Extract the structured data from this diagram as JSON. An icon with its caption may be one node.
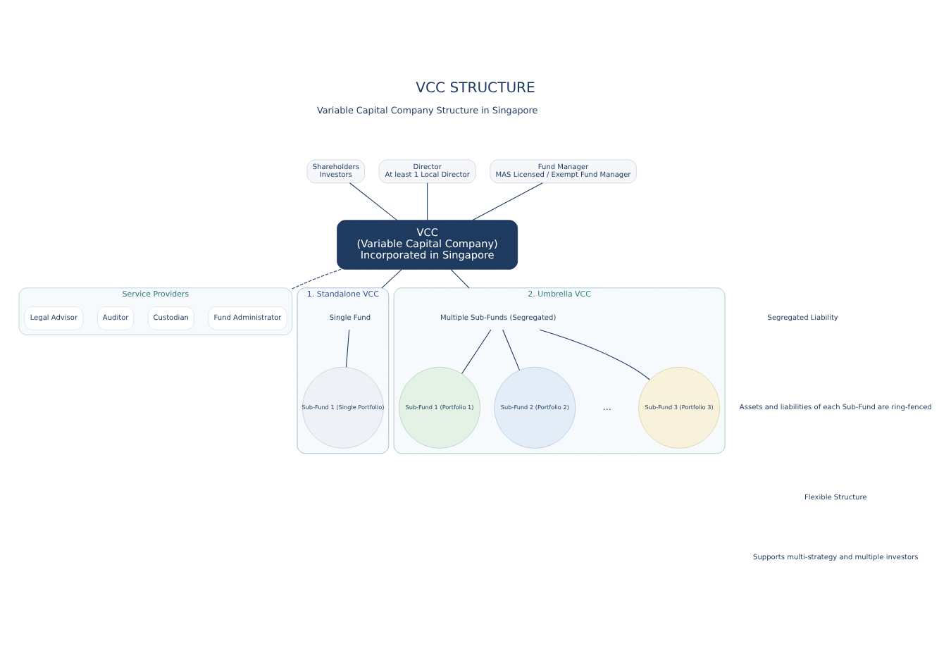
{
  "diagram": {
    "title": "VCC STRUCTURE",
    "nodes": [
      {
        "text": [
          "Shareholders",
          "Investors"
        ]
      },
      {
        "text": [
          "Director",
          "At least 1 Local Director"
        ]
      },
      {
        "text": [
          "Fund Manager",
          "MAS Licensed / Exempt Fund Manager"
        ]
      },
      {
        "text": [
          "VCC",
          "(Variable Capital Company)",
          "Incorporated in Singapore"
        ]
      },
      {
        "text": [
          "Service Providers"
        ]
      },
      {
        "text": [
          "Fund Administrator"
        ],
        "in": 4
      },
      {
        "text": [
          "Custodian"
        ],
        "in": 4
      },
      {
        "text": [
          "Auditor"
        ],
        "in": 4
      },
      {
        "text": [
          "Legal Advisor"
        ],
        "in": 4
      },
      {
        "text": [
          "1. Standalone VCC"
        ]
      },
      {
        "text": [
          "Single Fund"
        ],
        "in": 9
      },
      {
        "text": [
          "Sub-Fund 1 (Single Portfolio)"
        ],
        "in": 9
      },
      {
        "text": [
          "2. Umbrella VCC"
        ]
      },
      {
        "text": [
          "Multiple Sub-Funds (Segregated)"
        ],
        "in": 12
      },
      {
        "text": [
          "Sub-Fund 1 (Portfolio 1)"
        ],
        "in": 12
      },
      {
        "text": [
          "Sub-Fund 2 (Portfolio 2)"
        ],
        "in": 12
      },
      {
        "text": [
          "Sub-Fund 3 (Portfolio 3)"
        ],
        "in": 12
      }
    ],
    "edges": [
      {
        "from": 0,
        "to": 3,
        "arrow": "none"
      },
      {
        "from": 1,
        "to": 3,
        "arrow": "none"
      },
      {
        "from": 2,
        "to": 3,
        "arrow": "none"
      },
      {
        "from": 3,
        "to": 4,
        "arrow": "none",
        "style": "dashed"
      },
      {
        "from": 3,
        "to": 9,
        "arrow": "none"
      },
      {
        "from": 3,
        "to": 12,
        "arrow": "none"
      },
      {
        "from": 10,
        "to": 11,
        "arrow": "none"
      },
      {
        "from": 13,
        "to": 14,
        "arrow": "none"
      },
      {
        "from": 13,
        "to": 15,
        "arrow": "none"
      },
      {
        "from": 13,
        "to": 16,
        "arrow": "none"
      }
    ],
    "labels": [
      "Variable Capital Company Structure in Singapore",
      "...",
      "Segregated Liability",
      "Assets and liabilities of each Sub-Fund are ring-fenced",
      "Flexible Structure",
      "Supports multi-strategy and multiple investors"
    ]
  }
}
